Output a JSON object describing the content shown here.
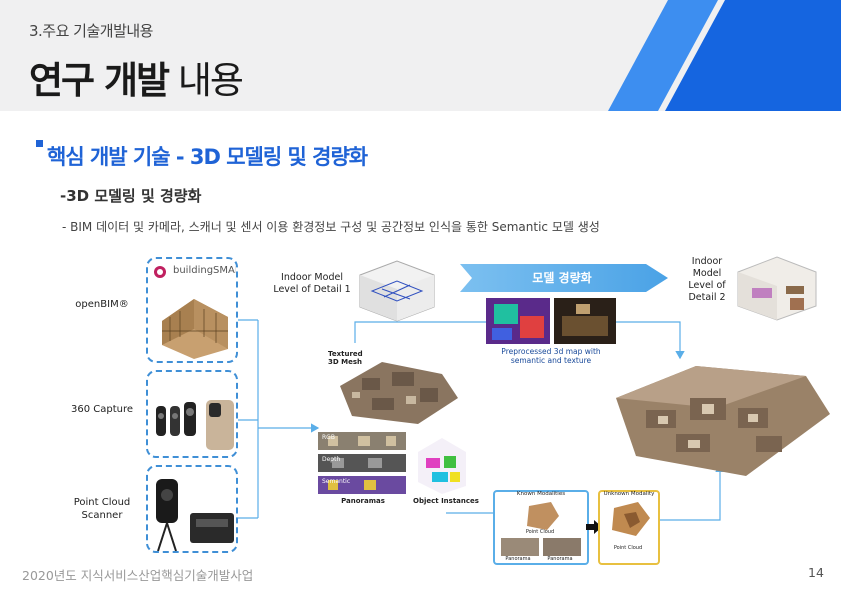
{
  "header": {
    "breadcrumb": "3.주요 기술개발내용",
    "title_bold": "연구 개발",
    "title_light": "내용"
  },
  "section": {
    "title": "핵심 개발 기술 - 3D 모델링 및 경량화",
    "subtitle": "-3D 모델링 및 경량화",
    "description": "- BIM 데이터 및 카메라, 스캐너 및 센서 이용 환경정보 구성 및 공간정보 인식을 통한 Semantic 모델 생성"
  },
  "diagram": {
    "sources": [
      {
        "label": "openBIM®"
      },
      {
        "label": "360 Capture"
      },
      {
        "label": "Point Cloud Scanner"
      }
    ],
    "logo_text": "buildingSMART",
    "lod1_label": "Indoor Model Level of Detail 1",
    "lod2_label": "Indoor Model Level of Detail 2",
    "lightweight_label": "모델 경량화",
    "preprocessed_label": "Preprocessed 3d map with semantic and texture",
    "textured_mesh_label": "Textured 3D Mesh",
    "rgb_label": "RGB",
    "depth_label": "Depth",
    "semantic_label": "Semantic",
    "panoramas_label": "Panoramas",
    "object_instances_label": "Object Instances",
    "known_modalities_label": "Known Modalities",
    "unknown_modality_label": "Unknown Modality",
    "point_cloud_label": "Point Cloud",
    "panorama_label": "Panorama"
  },
  "colors": {
    "accent": "#1f63d6",
    "stripe_dark": "#1565e0",
    "stripe_light": "#3d8ef0",
    "dashed_border": "#3f8fd6",
    "arrow_blue": "#5aaee8",
    "unknown_border": "#e8c040"
  },
  "footer": {
    "text": "2020년도 지식서비스산업핵심기술개발사업",
    "page_number": "14"
  }
}
